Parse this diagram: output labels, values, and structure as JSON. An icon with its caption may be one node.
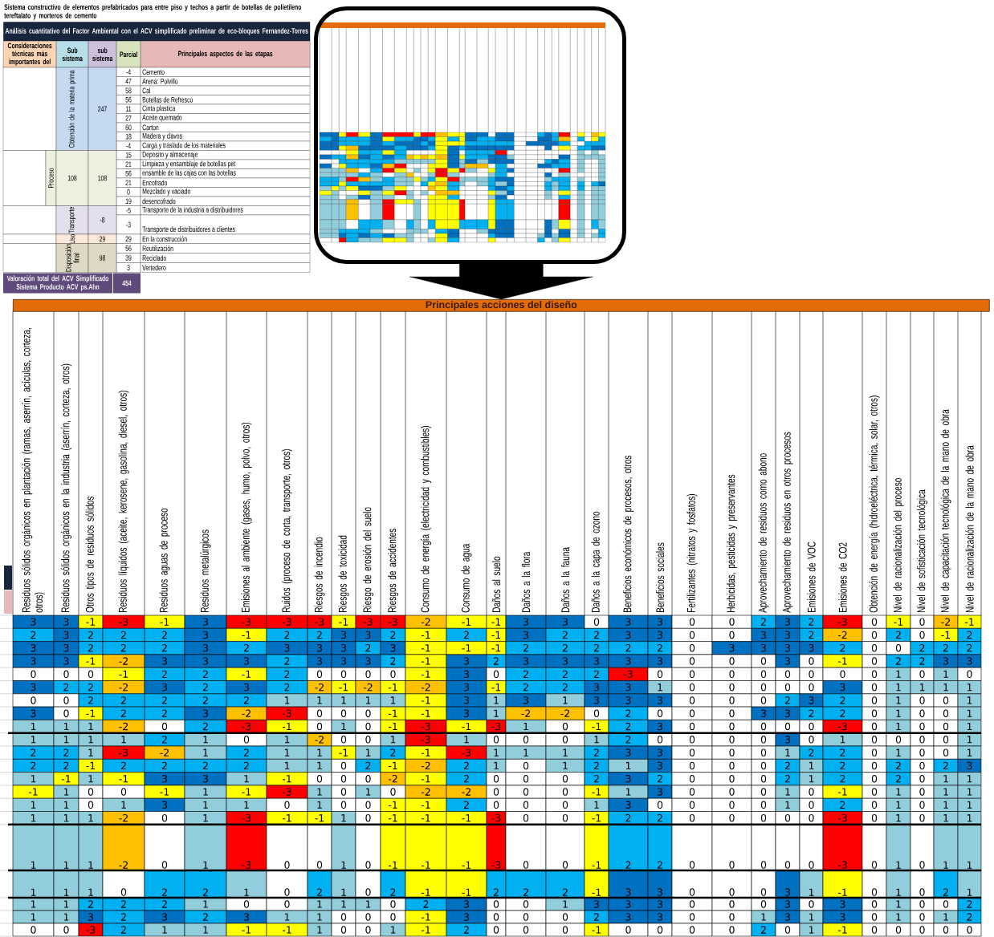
{
  "diagram": {
    "nodes": [
      {
        "text": [],
        "shape": "box"
      },
      {
        "text": [
          "Principales acciones del diseño"
        ]
      }
    ],
    "edges": [
      {
        "from": 0,
        "to": 1,
        "arrow": "to",
        "style": "thick"
      }
    ],
    "labels": [
      "Sistema constructivo de elementos prefabricados para entre piso y techos a partir de botellas de polietileno tereftalato y morteros de cemento",
      "Análisis cuantitativo del Factor Ambiental con el ACV simplificado preliminar de eco-bloques Fernandez-Torres",
      "Consideraciones técnicas más importantes del",
      "Sub sistema",
      "sub sistema",
      "Parcial",
      "Principales aspectos de las etapas",
      "-4",
      "Cemento",
      "47",
      "Arena: Polvillo",
      "58",
      "Cal",
      "56",
      "Botellas de Refresco",
      "11",
      "Cinta plastica",
      "27",
      "Aceite quemado",
      "60",
      "Carton",
      "18",
      "Madera y clavos",
      "-4",
      "Carga y traslado de los materiales",
      "15",
      "Deposito y almacenaje",
      "21",
      "Limpieza y ensamblaje de botellas pet",
      "56",
      "ensamble de las cajas con las botellas",
      "21",
      "Encofrado",
      "0",
      "Mezclado y vaciado",
      "19",
      "desencofrado",
      "-5",
      "Transporte de la industria a distribuidores",
      "-3",
      "Transporte de distribuidores a clientes",
      "29",
      "En la construcción",
      "56",
      "Reutilización",
      "39",
      "Reciclado",
      "3",
      "Vertedero",
      "Obtención de la materia prima",
      "247",
      "Proceso",
      "108",
      "108",
      "Transporte",
      "-8",
      "Uso",
      "29",
      "Disposición final",
      "98",
      "Valoración total del ACV Simplificado Sistema Producto ACV ps.Ahn",
      "454",
      "Residuos sólidos orgánicos en plantación (ramas, aserrín, acículas, corteza, otros)",
      "Residuos sólidos orgánicos en la industria (aserrín, corteza, otros)",
      "Otros tipos de residuos sólidos",
      "Residuos líquidos (aceite, kerosene, gasolina, diesel, otros)",
      "Residuos aguas de proceso",
      "Residuos metalúrgicos",
      "Emisiones al ambiente (gases, humo, polvo, otros)",
      "Ruidos (proceso de corta, transporte, otros)",
      "Riesgos de incendio",
      "Riesgos de toxicidad",
      "Riesgo de erosión del suelo",
      "Riesgos de accidentes",
      "Consumo de energía (electricidad y combustibles)",
      "Consumo de agua",
      "Daños al suelo",
      "Daños a la flora",
      "Daños a la fauna",
      "Daños a la capa de ozono",
      "Beneficios económicos de procesos, otros",
      "Beneficios sociales",
      "Fertilizantes (nitratos y fosfatos)",
      "Herbicidas, pesticidas y preservantes",
      "Aprovechamiento de residuos como abono",
      "Aprovechamiento de residuos en otros procesos",
      "Emisiones de VOC",
      "Emisiones de CO2",
      "Obtención de energía (hidroeléctrica, térmica, solar, otros)",
      "Nivel de racionalización del proceso",
      "Nivel de sofisticación tecnológica",
      "Nivel de capacitación tecnológica de la mano de obra",
      "Nivel de racionalización de la mano de obra",
      "3",
      "3",
      "-1",
      "-3",
      "-1",
      "3",
      "-3",
      "-3",
      "-3",
      "-1",
      "-3",
      "-3",
      "-2",
      "-1",
      "-1",
      "3",
      "3",
      "0",
      "3",
      "3",
      "0",
      "0",
      "2",
      "3",
      "2",
      "-3",
      "0",
      "-1",
      "0",
      "-2",
      "-1",
      "2",
      "3",
      "2",
      "2",
      "2",
      "3",
      "-1",
      "2",
      "2",
      "3",
      "3",
      "2",
      "-1",
      "2",
      "-1",
      "3",
      "2",
      "2",
      "3",
      "3",
      "0",
      "0",
      "3",
      "3",
      "2",
      "-2",
      "0",
      "2",
      "0",
      "-1",
      "2",
      "3",
      "3",
      "2",
      "2",
      "2",
      "3",
      "2",
      "3",
      "3",
      "3",
      "2",
      "3",
      "-1",
      "-1",
      "-1",
      "2",
      "2",
      "2",
      "2",
      "2",
      "0",
      "3",
      "3",
      "3",
      "3",
      "2",
      "0",
      "0",
      "2",
      "2",
      "2",
      "3",
      "3",
      "-1",
      "-2",
      "3",
      "3",
      "3",
      "2",
      "3",
      "3",
      "3",
      "2",
      "-1",
      "3",
      "2",
      "3",
      "3",
      "3",
      "3",
      "3",
      "0",
      "0",
      "0",
      "3",
      "0",
      "-1",
      "0",
      "2",
      "2",
      "3",
      "3",
      "0",
      "0",
      "0",
      "-1",
      "2",
      "2",
      "-1",
      "2",
      "0",
      "0",
      "0",
      "0",
      "-1",
      "3",
      "0",
      "2",
      "2",
      "2",
      "-3",
      "0",
      "0",
      "0",
      "0",
      "0",
      "0",
      "0",
      "0",
      "1",
      "0",
      "1",
      "0",
      "3",
      "2",
      "2",
      "-2",
      "3",
      "2",
      "3",
      "2",
      "-2",
      "-1",
      "-2",
      "-1",
      "-2",
      "3",
      "-1",
      "2",
      "2",
      "3",
      "3",
      "1",
      "0",
      "0",
      "0",
      "0",
      "0",
      "3",
      "0",
      "1",
      "1",
      "1",
      "1",
      "0",
      "0",
      "2",
      "2",
      "2",
      "2",
      "2",
      "1",
      "1",
      "1",
      "1",
      "1",
      "-1",
      "3",
      "1",
      "3",
      "1",
      "3",
      "3",
      "3",
      "0",
      "0",
      "0",
      "2",
      "3",
      "2",
      "0",
      "1",
      "0",
      "0",
      "1",
      "3",
      "0",
      "-1",
      "2",
      "2",
      "3",
      "-2",
      "-3",
      "0",
      "0",
      "0",
      "-1",
      "-1",
      "3",
      "1",
      "-2",
      "-2",
      "0",
      "2",
      "0",
      "0",
      "0",
      "3",
      "3",
      "2",
      "2",
      "0",
      "1",
      "0",
      "0",
      "1",
      "1",
      "1",
      "1",
      "-2",
      "0",
      "2",
      "-3",
      "-1",
      "0",
      "1",
      "0",
      "-1",
      "-3",
      "-1",
      "-3",
      "1",
      "0",
      "-1",
      "2",
      "3",
      "0",
      "0",
      "0",
      "0",
      "0",
      "-3",
      "0",
      "1",
      "0",
      "0",
      "1",
      "1",
      "1",
      "1",
      "1",
      "2",
      "1",
      "0",
      "1",
      "-2",
      "0",
      "0",
      "1",
      "-3",
      "1",
      "0",
      "0",
      "0",
      "1",
      "2",
      "0",
      "0",
      "0",
      "0",
      "3",
      "0",
      "1",
      "0",
      "0",
      "0",
      "0",
      "1",
      "2",
      "2",
      "1",
      "-3",
      "-2",
      "1",
      "2",
      "1",
      "1",
      "-1",
      "1",
      "2",
      "-1",
      "-3",
      "1",
      "1",
      "1",
      "2",
      "3",
      "3",
      "0",
      "0",
      "0",
      "1",
      "2",
      "2",
      "0",
      "1",
      "0",
      "0",
      "1",
      "2",
      "2",
      "-1",
      "2",
      "2",
      "2",
      "2",
      "1",
      "1",
      "0",
      "2",
      "-1",
      "-2",
      "2",
      "1",
      "0",
      "1",
      "2",
      "1",
      "3",
      "0",
      "0",
      "0",
      "2",
      "1",
      "2",
      "0",
      "2",
      "0",
      "2",
      "3",
      "1",
      "-1",
      "1",
      "-1",
      "3",
      "3",
      "1",
      "-1",
      "0",
      "0",
      "0",
      "-2",
      "-1",
      "2",
      "0",
      "0",
      "0",
      "2",
      "3",
      "2",
      "0",
      "0",
      "0",
      "2",
      "1",
      "2",
      "0",
      "2",
      "0",
      "1",
      "1",
      "-1",
      "1",
      "0",
      "0",
      "-1",
      "1",
      "-1",
      "-3",
      "1",
      "0",
      "1",
      "0",
      "-2",
      "-2",
      "0",
      "0",
      "0",
      "-1",
      "1",
      "3",
      "0",
      "0",
      "0",
      "1",
      "0",
      "-1",
      "0",
      "1",
      "0",
      "1",
      "1",
      "1",
      "1",
      "0",
      "1",
      "3",
      "1",
      "1",
      "0",
      "1",
      "0",
      "0",
      "-1",
      "-1",
      "2",
      "0",
      "0",
      "0",
      "1",
      "3",
      "0",
      "0",
      "0",
      "0",
      "1",
      "0",
      "2",
      "0",
      "1",
      "0",
      "1",
      "1",
      "1",
      "1",
      "1",
      "-2",
      "0",
      "1",
      "-3",
      "-1",
      "-1",
      "1",
      "0",
      "-1",
      "-1",
      "-1",
      "-3",
      "0",
      "0",
      "-1",
      "2",
      "2",
      "0",
      "0",
      "0",
      "0",
      "0",
      "-3",
      "0",
      "1",
      "0",
      "1",
      "1",
      "1",
      "1",
      "1",
      "-2",
      "0",
      "1",
      "-3",
      "0",
      "0",
      "1",
      "0",
      "-1",
      "-1",
      "-1",
      "-3",
      "0",
      "0",
      "-1",
      "2",
      "2",
      "0",
      "0",
      "0",
      "0",
      "0",
      "-3",
      "0",
      "1",
      "0",
      "1",
      "1",
      "1",
      "1",
      "1",
      "0",
      "2",
      "2",
      "1",
      "0",
      "2",
      "1",
      "0",
      "2",
      "-1",
      "-1",
      "2",
      "2",
      "2",
      "-1",
      "3",
      "3",
      "0",
      "0",
      "0",
      "3",
      "1",
      "-1",
      "0",
      "1",
      "0",
      "2",
      "1",
      "1",
      "1",
      "2",
      "2",
      "2",
      "1",
      "0",
      "0",
      "1",
      "1",
      "1",
      "0",
      "2",
      "3",
      "0",
      "0",
      "1",
      "3",
      "3",
      "3",
      "0",
      "0",
      "0",
      "3",
      "0",
      "3",
      "0",
      "1",
      "0",
      "0",
      "2",
      "1",
      "1",
      "3",
      "2",
      "3",
      "2",
      "3",
      "1",
      "1",
      "0",
      "0",
      "0",
      "-1",
      "3",
      "0",
      "0",
      "0",
      "2",
      "3",
      "3",
      "0",
      "0",
      "1",
      "3",
      "1",
      "3",
      "0",
      "1",
      "0",
      "1",
      "2",
      "0",
      "0",
      "-3",
      "2",
      "1",
      "1",
      "-1",
      "-1",
      "1",
      "0",
      "0",
      "1",
      "-1",
      "2",
      "0",
      "0",
      "0",
      "-1",
      "0",
      "0",
      "0",
      "0",
      "2",
      "0",
      "1",
      "-1",
      "0",
      "0",
      "0",
      "0",
      "0"
    ]
  }
}
